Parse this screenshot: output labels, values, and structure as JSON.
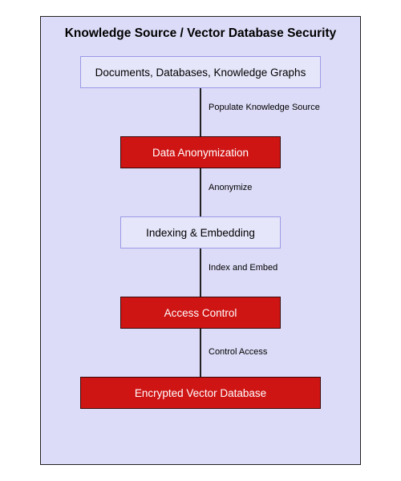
{
  "title": "Knowledge Source / Vector Database Security",
  "colors": {
    "cluster_fill": "#dcdcf8",
    "light_node_fill": "#e6e6fb",
    "light_node_border": "#9a9ae6",
    "red_node_fill": "#cf1414"
  },
  "nodes": [
    {
      "label": "Documents, Databases, Knowledge Graphs",
      "style": "light"
    },
    {
      "label": "Data Anonymization",
      "style": "red"
    },
    {
      "label": "Indexing & Embedding",
      "style": "light"
    },
    {
      "label": "Access Control",
      "style": "red"
    },
    {
      "label": "Encrypted Vector Database",
      "style": "red"
    }
  ],
  "edges": [
    {
      "label": "Populate Knowledge Source"
    },
    {
      "label": "Anonymize"
    },
    {
      "label": "Index and Embed"
    },
    {
      "label": "Control Access"
    }
  ]
}
